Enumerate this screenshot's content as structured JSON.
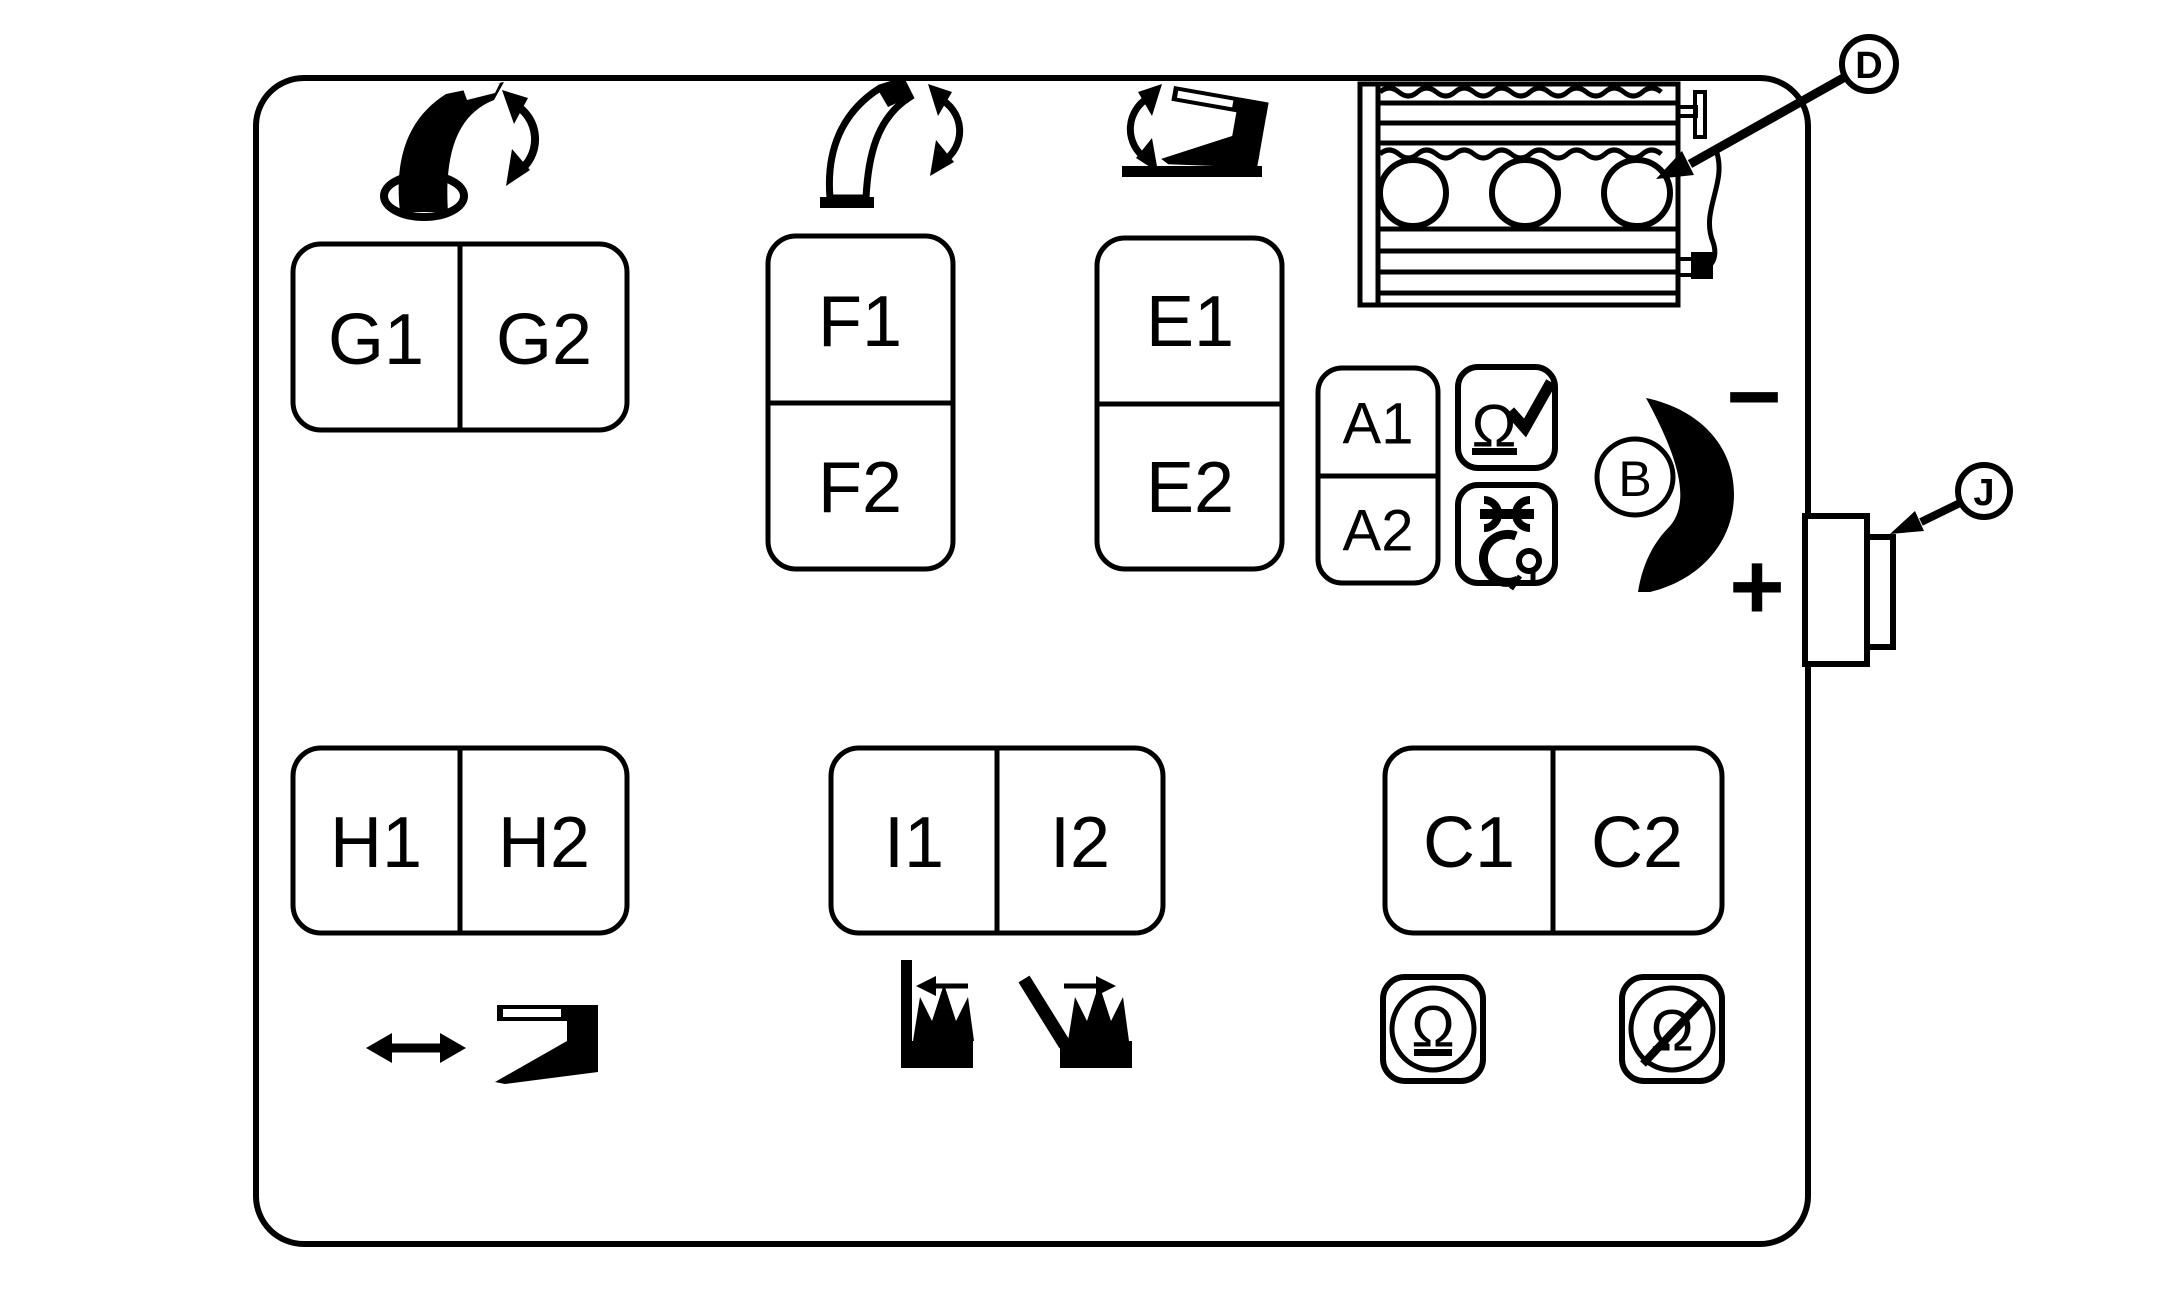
{
  "buttons": {
    "g1": "G1",
    "g2": "G2",
    "f1": "F1",
    "f2": "F2",
    "e1": "E1",
    "e2": "E2",
    "a1": "A1",
    "a2": "A2",
    "h1": "H1",
    "h2": "H2",
    "i1": "I1",
    "i2": "I2",
    "c1": "C1",
    "c2": "C2"
  },
  "callouts": {
    "b": "B",
    "d": "D",
    "j": "J"
  },
  "symbols": {
    "omega": "Ω",
    "minus": "−",
    "plus": "+",
    "check": "✓"
  },
  "icons": {
    "above_g": "spout-folded-rotate-icon",
    "above_f": "spout-extended-rotate-icon",
    "above_e": "blade-tilt-rotate-icon",
    "top_right": "heat-exchanger-icon",
    "right_of_a_top": "omega-check-icon",
    "right_of_a_bottom": "wrench-pliers-icon",
    "dial": "intensity-crescent-dial",
    "below_h_left": "sideshift-arrow-icon",
    "below_h_right": "blade-icon",
    "below_i_left": "mast-upright-brush-icon",
    "below_i_right": "mast-tilted-brush-icon",
    "below_c1": "magnet-on-icon",
    "below_c2": "magnet-off-icon",
    "right_edge": "connector-tab"
  }
}
